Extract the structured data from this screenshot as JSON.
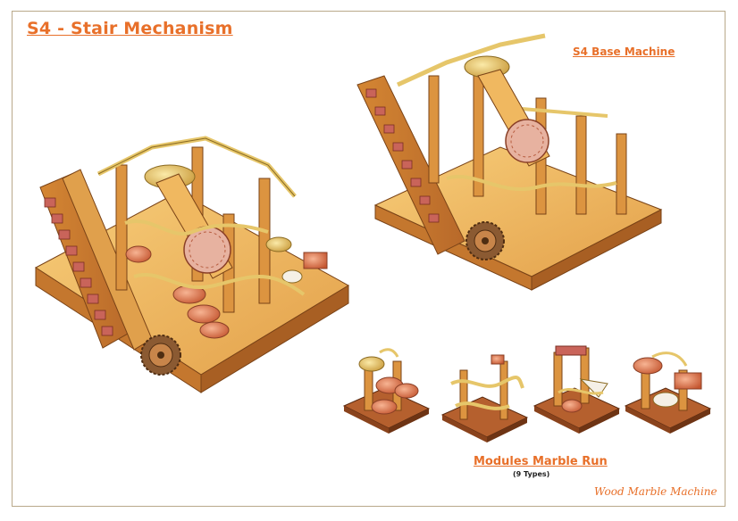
{
  "page": {
    "title": "S4 - Stair Mechanism",
    "base_machine_label": "S4 Base Machine",
    "modules_label": "Modules Marble Run",
    "modules_count_label": "(9 Types)",
    "credit": "Wood Marble Machine"
  },
  "colors": {
    "accent": "#e8702a",
    "wood_light": "#f2b85a",
    "wood_mid": "#d98f3a",
    "wood_dark": "#8b4a1c",
    "copper": "#e07850",
    "brass": "#e6c66a",
    "frame_border": "#b9a98a"
  },
  "illustrations": [
    {
      "name": "stair-mechanism-illustration"
    },
    {
      "name": "base-machine-illustration"
    },
    {
      "name": "module-bowls-illustration"
    },
    {
      "name": "module-track-illustration"
    },
    {
      "name": "module-lift-illustration"
    },
    {
      "name": "module-basin-illustration"
    }
  ]
}
